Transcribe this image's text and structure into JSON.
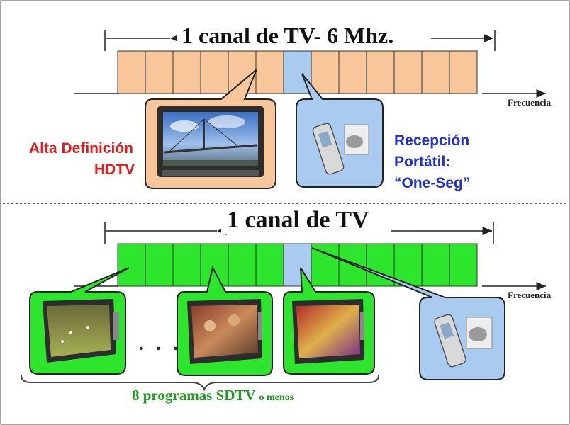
{
  "top_panel": {
    "title": "1 canal de TV- 6 Mhz.",
    "axis_label": "Frecuencia",
    "hdtv_label_line1": "Alta Definición",
    "hdtv_label_line2": "HDTV",
    "oneseg_line1": "Recepción",
    "oneseg_line2": "Portátil:",
    "oneseg_line3": "“One-Seg”",
    "segment_color": "#f7c79b",
    "oneseg_color": "#a9cbef",
    "total_segments": 13,
    "center_segment_index": 6
  },
  "bottom_panel": {
    "title": "1 canal de TV",
    "axis_label": "Frecuencia",
    "ellipsis": ". . . .",
    "sdtv_label": "8 programas SDTV",
    "sdtv_suffix": "o menos",
    "segment_color": "#2ee52e",
    "oneseg_color": "#a9cbef",
    "total_segments": 13,
    "center_segment_index": 6
  },
  "colors": {
    "hdtv_text": "#e51b1b",
    "oneseg_text": "#1f2fd6",
    "sdtv_text": "#1c9e1c",
    "divider": "#555555"
  }
}
